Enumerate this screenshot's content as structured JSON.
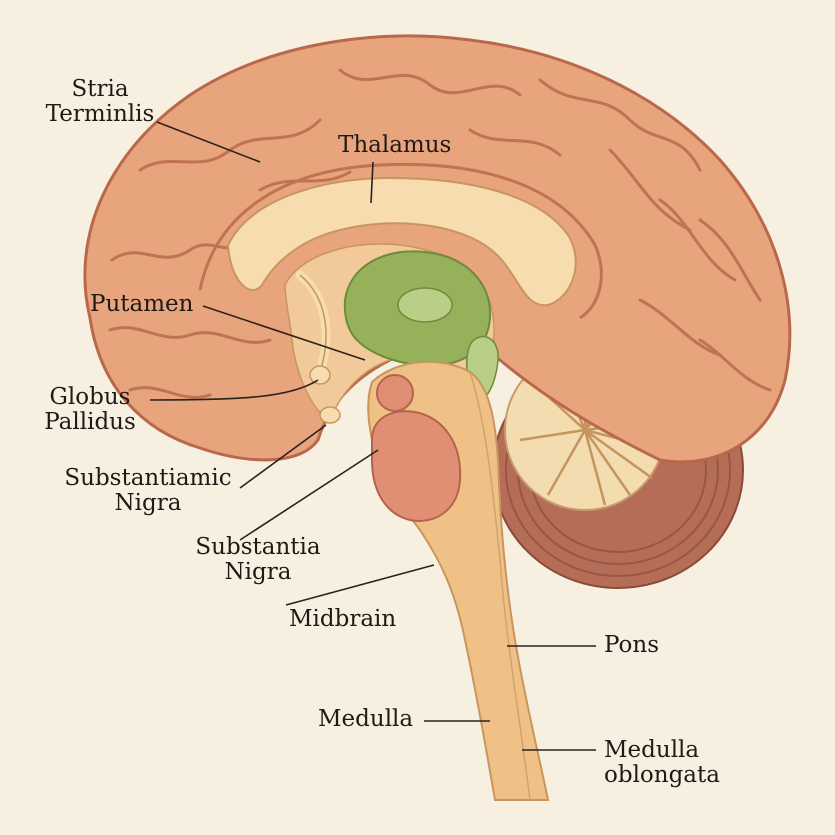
{
  "labels": {
    "stria_terminlis": [
      "Stria",
      "Terminlis"
    ],
    "thalamus": "Thalamus",
    "putamen": "Putamen",
    "globus_pallidus": [
      "Globus",
      "Pallidus"
    ],
    "substantiamic_nigra": [
      "Substantiamic",
      "Nigra"
    ],
    "substantia_nigra": [
      "Substantia",
      "Nigra"
    ],
    "midbrain": "Midbrain",
    "pons": "Pons",
    "medulla": "Medulla",
    "medulla_oblongata": [
      "Medulla",
      "oblongata"
    ]
  },
  "colors": {
    "background": "#f7efe0",
    "cortex": "#e8a47c",
    "cortex_dark": "#b9684a",
    "corpus_callosum": "#f6dcae",
    "deep_gray": "#f2c99b",
    "thalamus": "#95b25a",
    "thalamus_light": "#b9cf87",
    "substantia": "#e08f74",
    "brainstem": "#efc186",
    "cerebellum_white": "#f3dcb0",
    "cerebellum": "#b56d57",
    "leader_line": "#2a231d"
  }
}
